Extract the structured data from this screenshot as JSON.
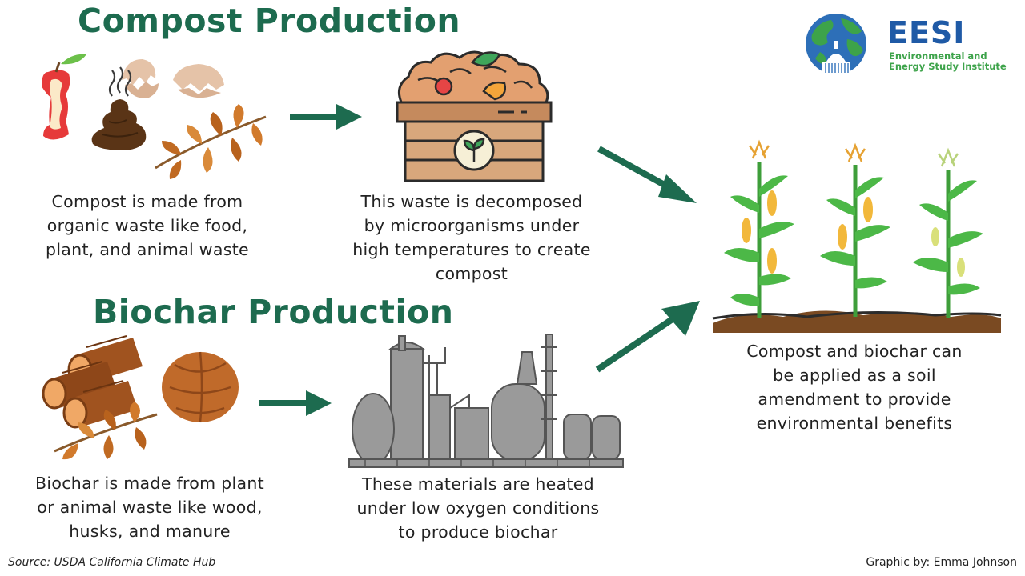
{
  "logo": {
    "abbr": "EESI",
    "name_line1": "Environmental and",
    "name_line2": "Energy Study Institute"
  },
  "compost": {
    "title": "Compost Production",
    "caption1": [
      "Compost is made from",
      "organic waste like food,",
      "plant, and animal waste"
    ],
    "caption2": [
      "This waste is decomposed",
      "by microorganisms under",
      "high temperatures to create",
      "compost"
    ]
  },
  "biochar": {
    "title": "Biochar Production",
    "caption1": [
      "Biochar is made from plant",
      "or animal waste like wood,",
      "husks, and manure"
    ],
    "caption2": [
      "These materials are heated",
      "under low oxygen conditions",
      "to produce biochar"
    ]
  },
  "result": {
    "caption": [
      "Compost and biochar can",
      "be applied as a soil",
      "amendment to provide",
      "environmental benefits"
    ]
  },
  "footer": {
    "source": "Source: USDA California Climate Hub",
    "credit": "Graphic by: Emma Johnson"
  },
  "colors": {
    "brand_green": "#1d6b4f",
    "logo_blue": "#1f5aa6",
    "logo_green": "#3da34a"
  }
}
